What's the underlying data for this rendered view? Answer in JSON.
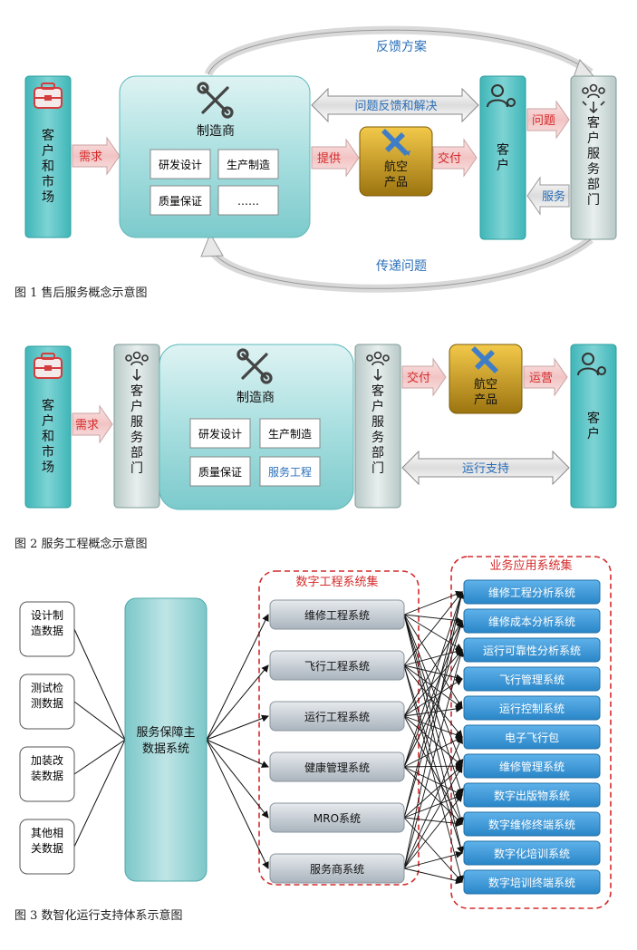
{
  "fig1": {
    "caption": "图 1   售后服务概念示意图",
    "top_arrow": "反馈方案",
    "bottom_arrow": "传递问题",
    "market": "客户和市场",
    "demand": "需求",
    "manufacturer": "制造商",
    "cells": [
      "研发设计",
      "生产制造",
      "质量保证",
      "……"
    ],
    "feedback": "问题反馈和解决",
    "provide": "提供",
    "product": "航空产品",
    "deliver": "交付",
    "customer": "客户",
    "problem": "问题",
    "service": "服务",
    "csd": "客户服务部门"
  },
  "fig2": {
    "caption": "图 2   服务工程概念示意图",
    "market": "客户和市场",
    "demand": "需求",
    "csd_left": "客户服务部门",
    "manufacturer": "制造商",
    "cells": [
      "研发设计",
      "生产制造",
      "质量保证",
      "服务工程"
    ],
    "csd_right": "客户服务部门",
    "deliver": "交付",
    "product": "航空产品",
    "operate": "运营",
    "customer": "客户",
    "support": "运行支持"
  },
  "fig3": {
    "caption": "图 3   数智化运行支持体系示意图",
    "sources": [
      "设计制造数据",
      "测试检测数据",
      "加装改装数据",
      "其他相关数据"
    ],
    "master": "服务保障主数据系统",
    "group1_title": "数字工程系统集",
    "group1": [
      "维修工程系统",
      "飞行工程系统",
      "运行工程系统",
      "健康管理系统",
      "MRO系统",
      "服务商系统"
    ],
    "group2_title": "业务应用系统集",
    "group2": [
      "维修工程分析系统",
      "维修成本分析系统",
      "运行可靠性分析系统",
      "飞行管理系统",
      "运行控制系统",
      "电子飞行包",
      "维修管理系统",
      "数字出版物系统",
      "数字维修终端系统",
      "数字化培训系统",
      "数字培训终端系统"
    ]
  }
}
